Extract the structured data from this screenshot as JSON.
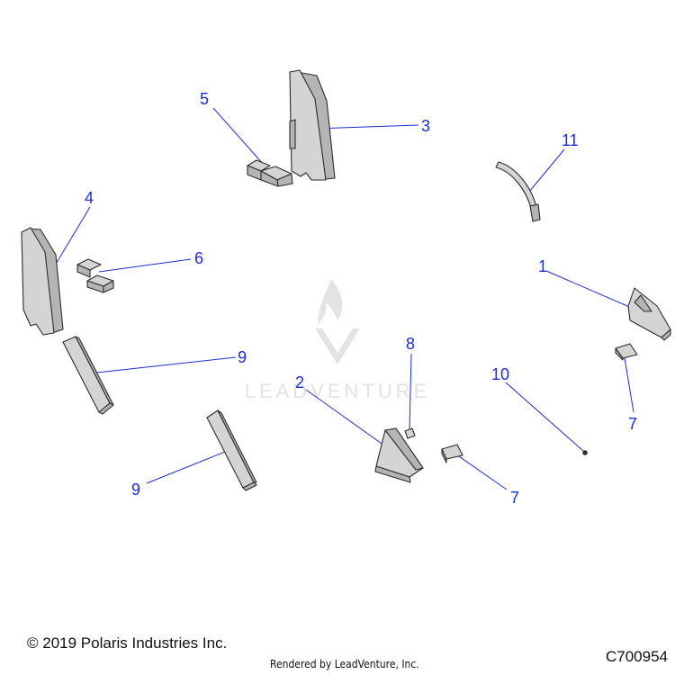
{
  "colors": {
    "callout": "#1a2fd6",
    "part_fill": "#d4d4d4",
    "part_shade": "#b4b4b4",
    "part_stroke": "#2b2b2b",
    "watermark": "#e3e3e3"
  },
  "watermark": {
    "text": "LEADVENTURE",
    "icon": "flame-v-logo-icon"
  },
  "callouts": {
    "c1": "1",
    "c2": "2",
    "c3": "3",
    "c4": "4",
    "c5": "5",
    "c6": "6",
    "c7a": "7",
    "c7b": "7",
    "c8": "8",
    "c9a": "9",
    "c9b": "9",
    "c10": "10",
    "c11": "11"
  },
  "footer": {
    "copyright": "© 2019 Polaris Industries Inc.",
    "rendered_by": "Rendered by LeadVenture, Inc.",
    "diagram_code": "C700954"
  }
}
